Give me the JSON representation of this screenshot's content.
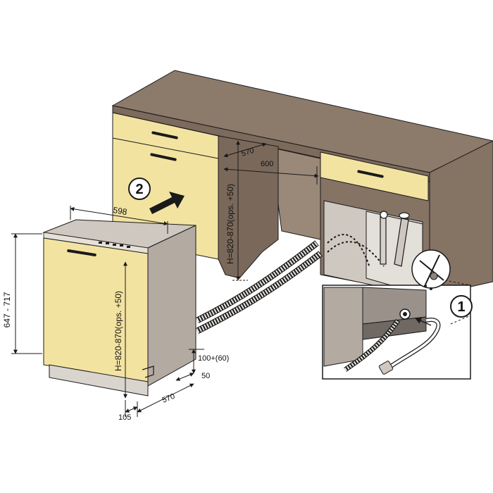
{
  "labels": {
    "dishwasher_width": "598",
    "dishwasher_height": "647 - 717",
    "dishwasher_niche_height": "H=820-870(ops. +50)",
    "dishwasher_depth": "570",
    "plinth_height": "100+(60)",
    "plinth_depth": "50",
    "front_offset": "105",
    "niche_depth": "570",
    "niche_width": "600",
    "niche_height": "H=820-870(ops. +50)"
  },
  "steps": {
    "step_one": "1",
    "step_two": "2"
  },
  "colors": {
    "worktop": "#8c7a6b",
    "worktop_top": "#7c6a5c",
    "cabinet_front": "#f3e3a1",
    "cabinet_side": "#857364",
    "dishwasher_body": "#b3aaa2",
    "dishwasher_top": "#cfc8c1",
    "dishwasher_door": "#f3e3a1",
    "plinth": "#d9d4ce",
    "floor": "#ebe7e2",
    "line": "#1a1a1a",
    "inset_bg": "#ffffff"
  }
}
